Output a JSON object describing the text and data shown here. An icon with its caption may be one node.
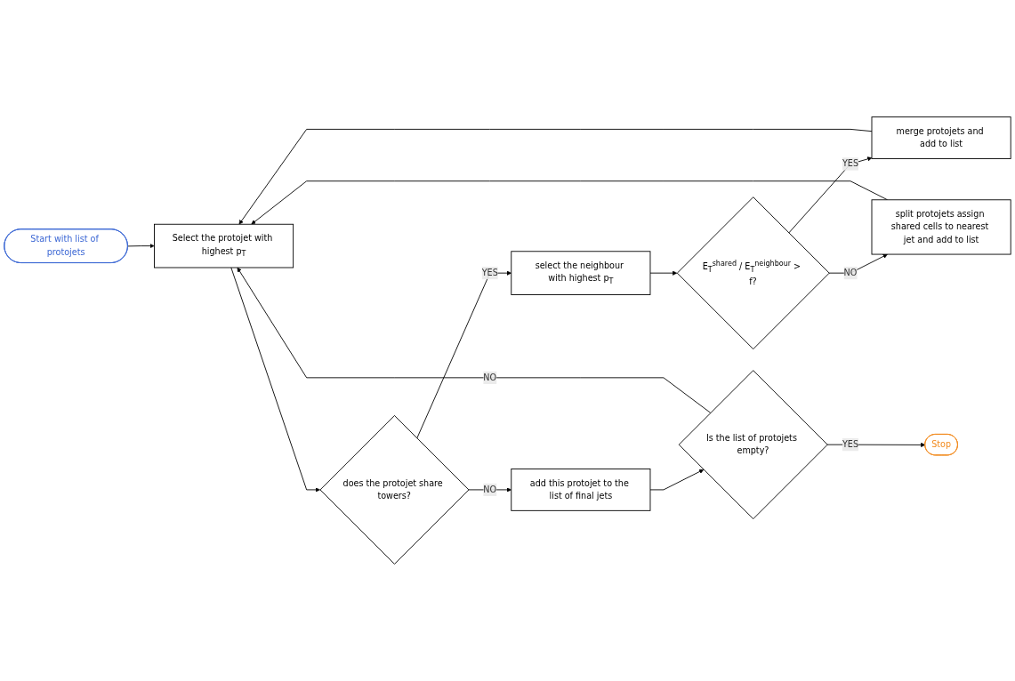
{
  "diagram": {
    "nodes": [
      {
        "text": [
          "Start with list of protojets"
        ]
      },
      {
        "text": [
          "Select the protojet with highest p$_{T}$"
        ]
      },
      {
        "text": [
          "does the protojet share towers?"
        ]
      },
      {
        "text": [
          "select the neighbour with highest p$_{T}$"
        ]
      },
      {
        "text": [
          "E$_{T}$$^{shared}$ / E$_{T}$$^{neighbour}$ > f?"
        ]
      },
      {
        "text": [
          "merge protojets and add to list"
        ]
      },
      {
        "text": [
          "split protojets assign shared cells to nearest jet and add to list"
        ]
      },
      {
        "text": [
          "add this protojet to the list of final jets"
        ]
      },
      {
        "text": [
          "Is the list of protojets empty?"
        ]
      },
      {
        "text": [
          "Stop"
        ]
      }
    ],
    "edges": [
      {
        "from": 0,
        "to": 1,
        "arrow": "to"
      },
      {
        "from": 1,
        "to": 2,
        "arrow": "to"
      },
      {
        "from": 2,
        "to": 3,
        "arrow": "to",
        "label": "YES"
      },
      {
        "from": 3,
        "to": 4,
        "arrow": "to"
      },
      {
        "from": 4,
        "to": 5,
        "arrow": "to",
        "label": "YES"
      },
      {
        "from": 4,
        "to": 6,
        "arrow": "to",
        "label": "NO"
      },
      {
        "from": 5,
        "to": 1,
        "arrow": "to"
      },
      {
        "from": 6,
        "to": 1,
        "arrow": "to"
      },
      {
        "from": 2,
        "to": 7,
        "arrow": "to",
        "label": "NO"
      },
      {
        "from": 7,
        "to": 8,
        "arrow": "to"
      },
      {
        "from": 8,
        "to": 9,
        "arrow": "to",
        "label": "YES"
      },
      {
        "from": 8,
        "to": 1,
        "arrow": "to",
        "label": "NO"
      }
    ]
  }
}
